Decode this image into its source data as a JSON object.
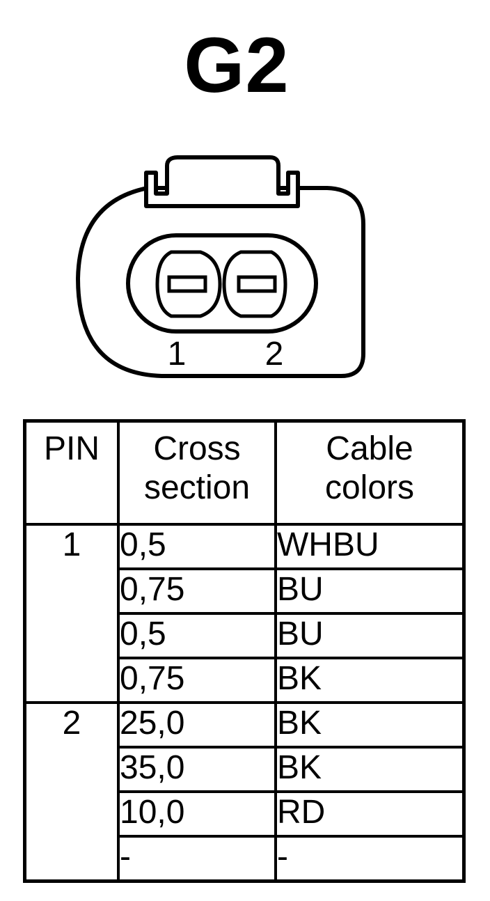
{
  "title": "G2",
  "connector": {
    "pin_labels": [
      "1",
      "2"
    ]
  },
  "table": {
    "headers": {
      "pin": "PIN",
      "cross_section_line1": "Cross",
      "cross_section_line2": "section",
      "cable_colors_line1": "Cable",
      "cable_colors_line2": "colors"
    },
    "pin1": {
      "pin": "1",
      "rows": [
        {
          "cross_section": "0,5",
          "color": "WHBU"
        },
        {
          "cross_section": "0,75",
          "color": "BU"
        },
        {
          "cross_section": "0,5",
          "color": "BU"
        },
        {
          "cross_section": "0,75",
          "color": "BK"
        }
      ]
    },
    "pin2": {
      "pin": "2",
      "rows": [
        {
          "cross_section": "25,0",
          "color": "BK"
        },
        {
          "cross_section": "35,0",
          "color": "BK"
        },
        {
          "cross_section": "10,0",
          "color": "RD"
        },
        {
          "cross_section": "-",
          "color": "-"
        }
      ]
    }
  }
}
